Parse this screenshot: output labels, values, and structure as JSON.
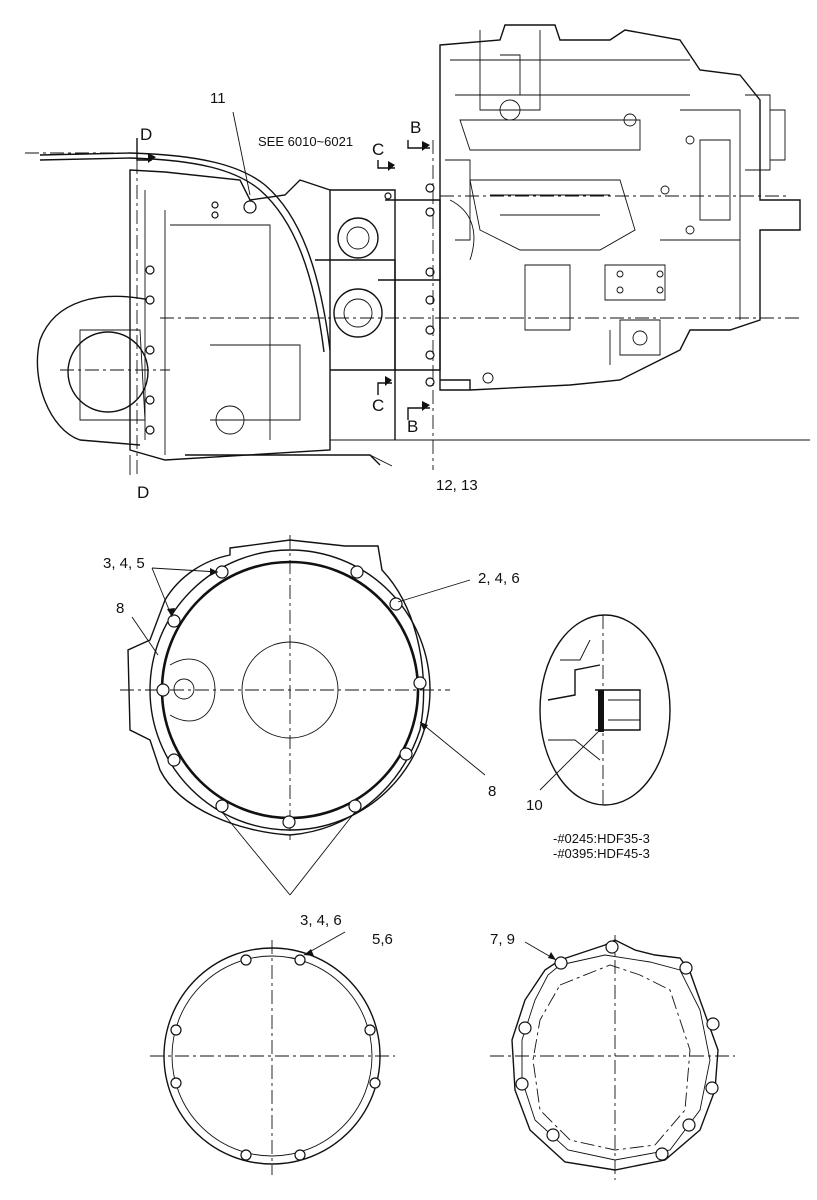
{
  "callouts": {
    "top_11": "11",
    "top_see": "SEE 6010~6021",
    "top_12_13": "12, 13",
    "mid_3_4_5": "3, 4, 5",
    "mid_2_4_6": "2, 4, 6",
    "mid_8_left": "8",
    "mid_8_right": "8",
    "detail_10": "10",
    "bot_3_4_6": "3, 4, 6",
    "bot_5_6": "5,6",
    "bot_7_9": "7, 9"
  },
  "section_marks": {
    "b": "B",
    "c": "C",
    "d": "D"
  },
  "notes": {
    "serial_1": "-#0245:HDF35-3",
    "serial_2": "-#0395:HDF45-3"
  }
}
